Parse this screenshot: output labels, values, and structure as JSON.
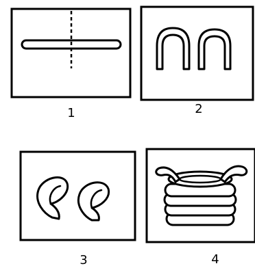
{
  "steps": [
    {
      "label": "1"
    },
    {
      "label": "2"
    },
    {
      "label": "3"
    },
    {
      "label": "4"
    }
  ]
}
